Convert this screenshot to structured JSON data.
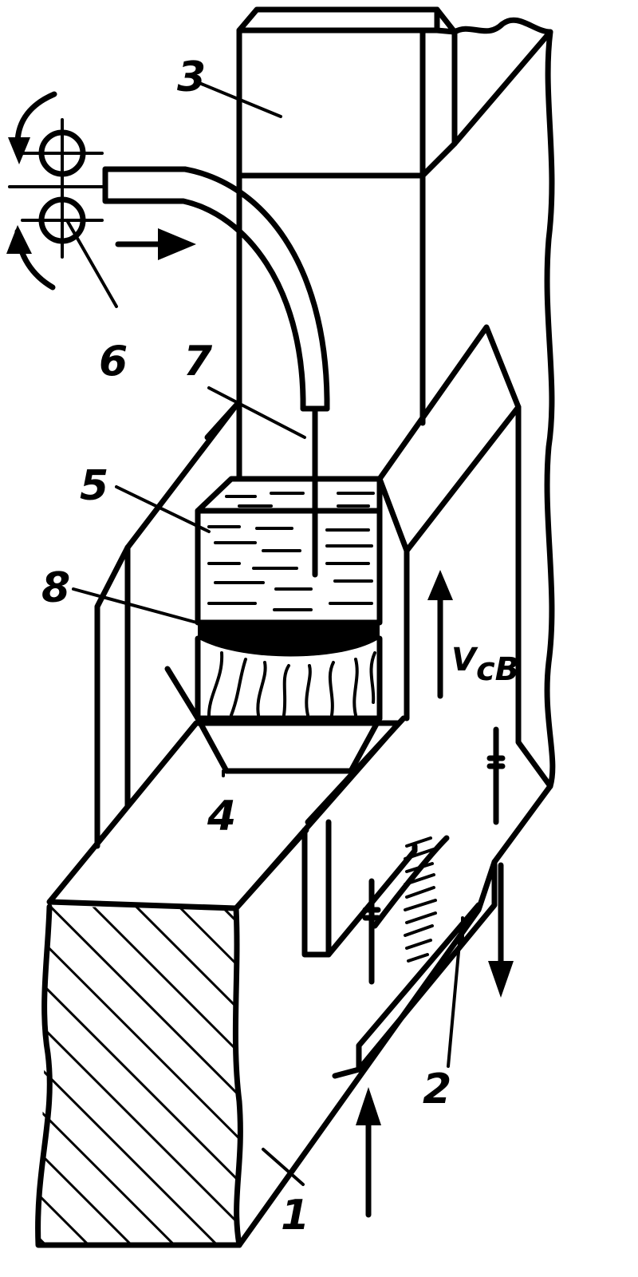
{
  "labels": {
    "l1": "1",
    "l2": "2",
    "l3": "3",
    "l4": "4",
    "l5": "5",
    "l6": "6",
    "l7": "7",
    "l8": "8",
    "velocity": "V",
    "velocity_sub": "cB"
  },
  "icons": {
    "feed_rollers": "feed-rollers-icon",
    "rotation_arrows": "rotation-arrow-icon",
    "flow_arrows": "direction-arrow-icon"
  },
  "colors": {
    "ink": "#000000",
    "paper": "#ffffff"
  }
}
